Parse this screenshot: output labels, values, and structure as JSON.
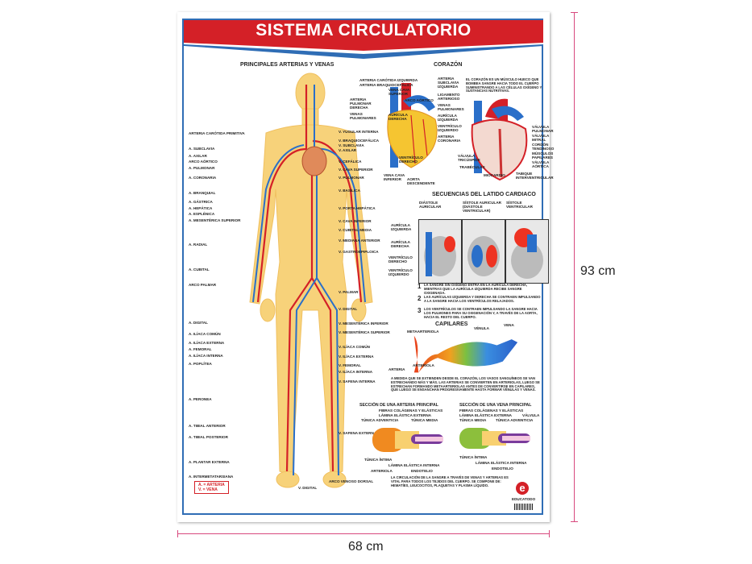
{
  "title": "SISTEMA CIRCULATORIO",
  "body_section": {
    "heading": "PRINCIPALES ARTERIAS Y VENAS",
    "left_labels": [
      "ARTERIA CARÓTIDA PRIMITIVA",
      "A. SUBCLAVIA",
      "A. AXILAR",
      "ARCO AÓRTICO",
      "A. PULMONAR",
      "A. CORONARIA",
      "A. BRANQUIAL",
      "A. GÁSTRICA",
      "A. HEPÁTICA",
      "A. ESPLÉNICA",
      "A. MESENTÉRICA SUPERIOR",
      "A. RADIAL",
      "A. CUBITAL",
      "ARCO PALMAR",
      "A. DIGITAL",
      "A. ILÍACA COMÚN",
      "A. ILÍACA EXTERNA",
      "A. FEMORAL",
      "A. ILÍACA INTERNA",
      "A. POPLÍTEA",
      "A. PERONEA",
      "A. TIBIAL ANTERIOR",
      "A. TIBIAL POSTERIOR",
      "A. PLANTAR EXTERNA",
      "A. INTERMETATARSIANA"
    ],
    "right_labels": [
      "V. YUGULAR INTERNA",
      "V. BRAQUIOCEFÁLICA",
      "V. SUBCLAVIA",
      "V. AXILAR",
      "V. CEFÁLICA",
      "V. CAVA SUPERIOR",
      "V. PULMONAR",
      "V. BASÍLICA",
      "V. PORTA HEPÁTICA",
      "V. CAVA INFERIOR",
      "V. CUBITAL MEDIA",
      "V. MEDIANA ANTERIOR",
      "V. GASTROEPIPLOICA",
      "V. PALMAR",
      "V. DIGITAL",
      "V. MESENTÉRICA INFERIOR",
      "V. MESENTÉRICA SUPERIOR",
      "V. ILÍACA COMÚN",
      "V. ILÍACA EXTERNA",
      "V. FEMORAL",
      "V. ILÍACA INTERNA",
      "V. SAFENA INTERNA",
      "V. SAFENA EXTERNA",
      "ARCO VENOSO DORSAL",
      "V. DIGITAL"
    ],
    "legend": {
      "a": "A. = ARTERIA",
      "v": "V. = VENA"
    }
  },
  "heart": {
    "heading": "CORAZÓN",
    "labels_ext": [
      "ARTERIA CARÓTIDA IZQUIERDA",
      "ARTERIA BRAQUIOCEFÁLICA",
      "ARTERIA SUBCLAVIA IZQUIERDA",
      "VENA CAVA SUPERIOR",
      "ARTERIA PULMONAR DERECHA",
      "ARCO AÓRTICO",
      "LIGAMENTO ARTERIOSO",
      "VENAS PULMONARES",
      "AURÍCULA DERECHA",
      "VENAS PULMONARES",
      "AURÍCULA IZQUIERDA",
      "VENTRÍCULO IZQUIERDO",
      "VENTRÍCULO DERECHO",
      "ARTERIA CORONARIA",
      "VENA CAVA INFERIOR",
      "AORTA DESCENDENTE"
    ],
    "description": "EL CORAZÓN ES UN MÚSCULO HUECO QUE BOMBEA SANGRE HACIA TODO EL CUERPO SUMINISTRANDO A LAS CÉLULAS OXÍGENO Y SUSTANCIAS NUTRITIVAS.",
    "labels_int": [
      "VÁLVULA PULMONAR",
      "VÁLVULA MITRAL",
      "CORDÓN TENDINOSO",
      "MÚSCULOS PAPILARES",
      "VÁLVULA AÓRTICA",
      "VÁLVULA TRICÚSPIDE",
      "TRABÉCULAS",
      "MIOCARDIO",
      "TABIQUE INTERVENTRICULAR"
    ]
  },
  "sequence": {
    "heading": "SECUENCIAS DEL LATIDO CARDIACO",
    "phases": [
      "DIÁSTOLE AURICULAR",
      "SÍSTOLE AURICULAR (DIÁSTOLE VENTRICULAR)",
      "SÍSTOLE VENTRICULAR"
    ],
    "labels": [
      "AURÍCULA IZQUIERDA",
      "AURÍCULA DERECHA",
      "VENTRÍCULO DERECHO",
      "VENTRÍCULO IZQUIERDO"
    ],
    "steps": [
      {
        "n": "1",
        "text": "LA SANGRE SIN OXÍGENO ENTRA EN LA AURÍCULA DERECHA, MIENTRAS QUE LA AURÍCULA IZQUIERDA RECIBE SANGRE OXIGENADA."
      },
      {
        "n": "2",
        "text": "LAS AURÍCULAS IZQUIERDA Y DERECHA SE CONTRAEN IMPULSANDO A LA SANGRE HACIA LOS VENTRÍCULOS RELAJADOS."
      },
      {
        "n": "3",
        "text": "LOS VENTRÍCULOS SE CONTRAEN IMPULSANDO LA SANGRE HACIA LOS PULMONES PARA SU OXIGENACIÓN Y, A TRAVÉS DE LA AORTA, HACIA EL RESTO DEL CUERPO."
      }
    ]
  },
  "capillaries": {
    "heading": "CAPILARES",
    "labels": [
      "METAARTERIOLA",
      "VÉNULA",
      "VENA",
      "ARTERIA",
      "ARTERIOLA"
    ],
    "text": "A MEDIDA QUE SE EXTIENDEN DESDE EL CORAZÓN, LOS VASOS SANGUÍNEOS SE VAN ESTRECHANDO MÁS Y MÁS. LAS ARTERIAS SE CONVIERTEN EN ARTERIOLAS, LUEGO SE ESTRECHAN FORMANDO METAARTERIOLAS ANTES DE CONVERTIRSE EN CAPILARES, QUE LUEGO SE ENSANCHAN PROGRESIVAMENTE HASTA FORMAR VÉNULAS Y VENAS."
  },
  "artery_section": {
    "heading": "SECCIÓN DE UNA ARTERIA PRINCIPAL",
    "labels": [
      "TÚNICA ADVENTICIA",
      "FIBRAS COLÁGENAS Y ELÁSTICAS",
      "LÁMINA ELÁSTICA EXTERNA",
      "TÚNICA MEDIA",
      "TÚNICA ÍNTIMA",
      "LÁMINA ELÁSTICA INTERNA",
      "ENDOTELIO",
      "ARTERIOLA"
    ]
  },
  "vein_section": {
    "heading": "SECCIÓN DE UNA VENA PRINCIPAL",
    "labels": [
      "FIBRAS COLÁGENAS Y ELÁSTICAS",
      "TÚNICA ADVENTICIA",
      "LÁMINA ELÁSTICA EXTERNA",
      "TÚNICA MEDIA",
      "VÁLVULA",
      "TÚNICA ÍNTIMA",
      "LÁMINA ELÁSTICA INTERNA",
      "ENDOTELIO"
    ]
  },
  "footer_text": "LA CIRCULACIÓN DE LA SANGRE A TRAVÉS DE VENAS Y ARTERIAS ES VITAL PARA TODOS LOS TEJIDOS DEL CUERPO. SE COMPONE DE: HEMATÍES, LEUCOCITOS, PLAQUETAS Y PLASMA LÍQUIDO.",
  "brand": {
    "logo_letter": "e",
    "name": "EDUCATODO"
  },
  "dimensions": {
    "height": "93 cm",
    "width": "68 cm"
  },
  "colors": {
    "banner": "#d42027",
    "frame": "#2f6db5",
    "artery": "#d42027",
    "vein": "#2a6fc9",
    "skin": "#f7d27a"
  }
}
